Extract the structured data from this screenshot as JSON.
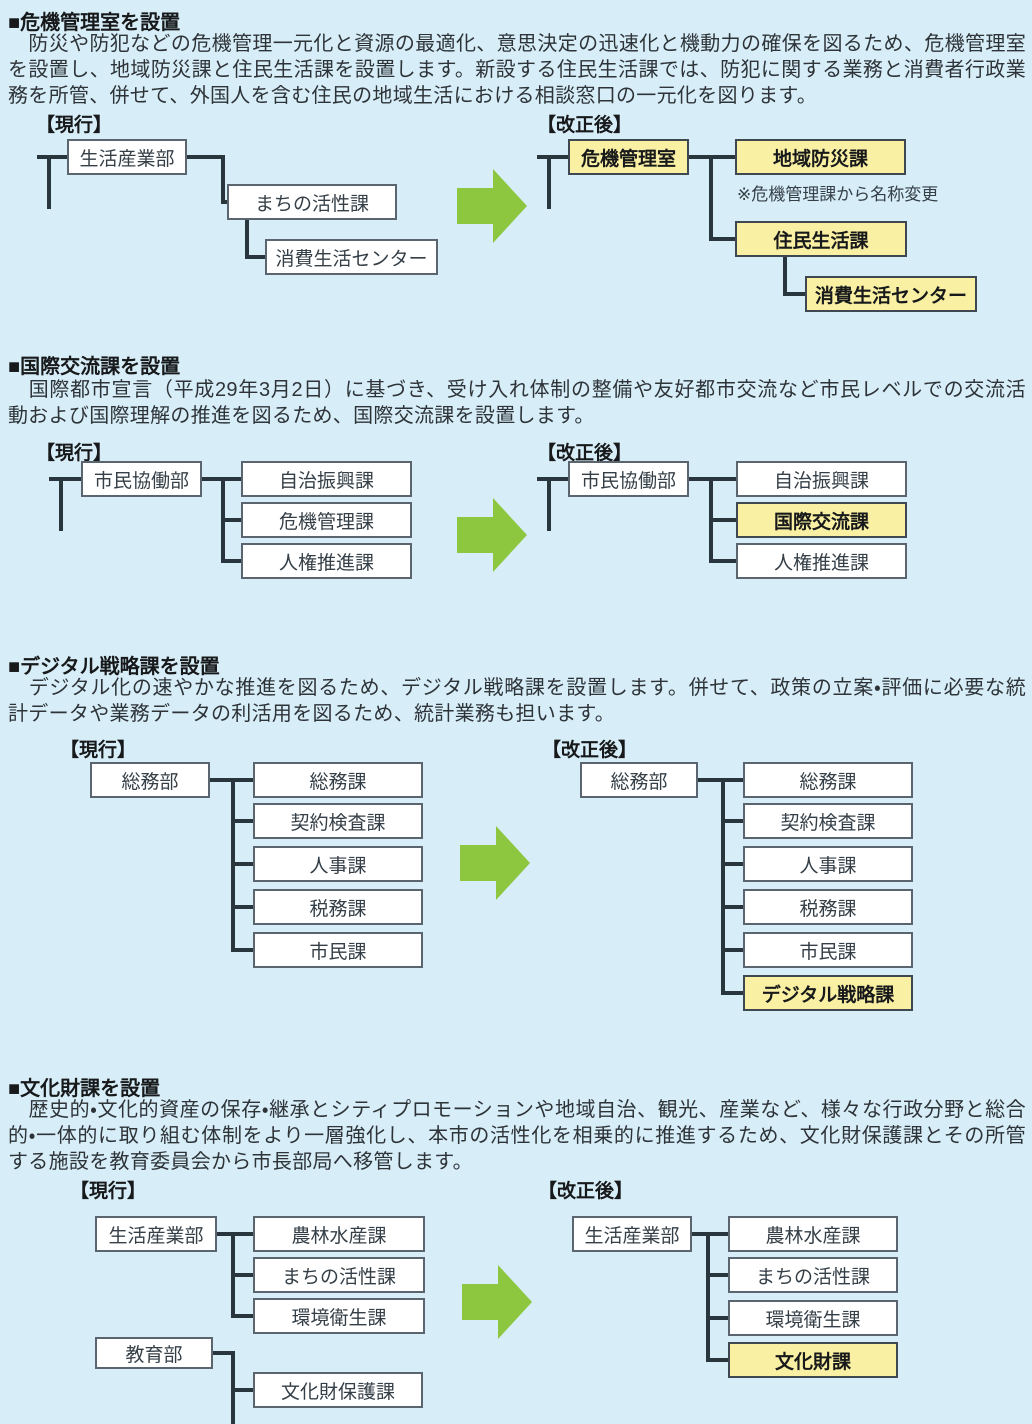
{
  "colors": {
    "background": "#d7eef8",
    "box_fill": "#ffffff",
    "highlight_fill": "#faf0a3",
    "arrow_green": "#8dc63f",
    "line": "#2a363e"
  },
  "sections": [
    {
      "heading": "■危機管理室を設置",
      "body": "　防災や防犯などの危機管理一元化と資源の最適化、意思決定の迅速化と機動力の確保を図るため、危機管理室を設置し、地域防災課と住民生活課を設置します。新設する住民生活課では、防犯に関する業務と消費者行政業務を所管、併せて、外国人を含む住民の地域生活における相談窓口の一元化を図ります。",
      "before_label": "【現行】",
      "after_label": "【改正後】",
      "before": {
        "nodes": [
          {
            "label": "生活産業部"
          },
          {
            "label": "まちの活性課"
          },
          {
            "label": "消費生活センター"
          }
        ]
      },
      "after": {
        "nodes": [
          {
            "label": "危機管理室",
            "new": true
          },
          {
            "label": "地域防災課",
            "new": true
          },
          {
            "label": "住民生活課",
            "new": true
          },
          {
            "label": "消費生活センター",
            "new": true
          }
        ],
        "note": "※危機管理課から名称変更"
      }
    },
    {
      "heading": "■国際交流課を設置",
      "body": "　国際都市宣言（平成29年3月2日）に基づき、受け入れ体制の整備や友好都市交流など市民レベルでの交流活動および国際理解の推進を図るため、国際交流課を設置します。",
      "before_label": "【現行】",
      "after_label": "【改正後】",
      "before": {
        "nodes": [
          {
            "label": "市民協働部"
          },
          {
            "label": "自治振興課"
          },
          {
            "label": "危機管理課"
          },
          {
            "label": "人権推進課"
          }
        ]
      },
      "after": {
        "nodes": [
          {
            "label": "市民協働部"
          },
          {
            "label": "自治振興課"
          },
          {
            "label": "国際交流課",
            "new": true
          },
          {
            "label": "人権推進課"
          }
        ]
      }
    },
    {
      "heading": "■デジタル戦略課を設置",
      "body": "　デジタル化の速やかな推進を図るため、デジタル戦略課を設置します。併せて、政策の立案・評価に必要な統計データや業務データの利活用を図るため、統計業務も担います。",
      "before_label": "【現行】",
      "after_label": "【改正後】",
      "before": {
        "nodes": [
          {
            "label": "総務部"
          },
          {
            "label": "総務課"
          },
          {
            "label": "契約検査課"
          },
          {
            "label": "人事課"
          },
          {
            "label": "税務課"
          },
          {
            "label": "市民課"
          }
        ]
      },
      "after": {
        "nodes": [
          {
            "label": "総務部"
          },
          {
            "label": "総務課"
          },
          {
            "label": "契約検査課"
          },
          {
            "label": "人事課"
          },
          {
            "label": "税務課"
          },
          {
            "label": "市民課"
          },
          {
            "label": "デジタル戦略課",
            "new": true
          }
        ]
      }
    },
    {
      "heading": "■文化財課を設置",
      "body": "　歴史的・文化的資産の保存・継承とシティプロモーションや地域自治、観光、産業など、様々な行政分野と総合的・一体的に取り組む体制をより一層強化し、本市の活性化を相乗的に推進するため、文化財保護課とその所管する施設を教育委員会から市長部局へ移管します。",
      "before_label": "【現行】",
      "after_label": "【改正後】",
      "before": {
        "nodes": [
          {
            "label": "生活産業部"
          },
          {
            "label": "農林水産課"
          },
          {
            "label": "まちの活性課"
          },
          {
            "label": "環境衛生課"
          },
          {
            "label": "教育部"
          },
          {
            "label": "文化財保護課"
          }
        ]
      },
      "after": {
        "nodes": [
          {
            "label": "生活産業部"
          },
          {
            "label": "農林水産課"
          },
          {
            "label": "まちの活性課"
          },
          {
            "label": "環境衛生課"
          },
          {
            "label": "文化財課",
            "new": true
          }
        ]
      }
    }
  ]
}
